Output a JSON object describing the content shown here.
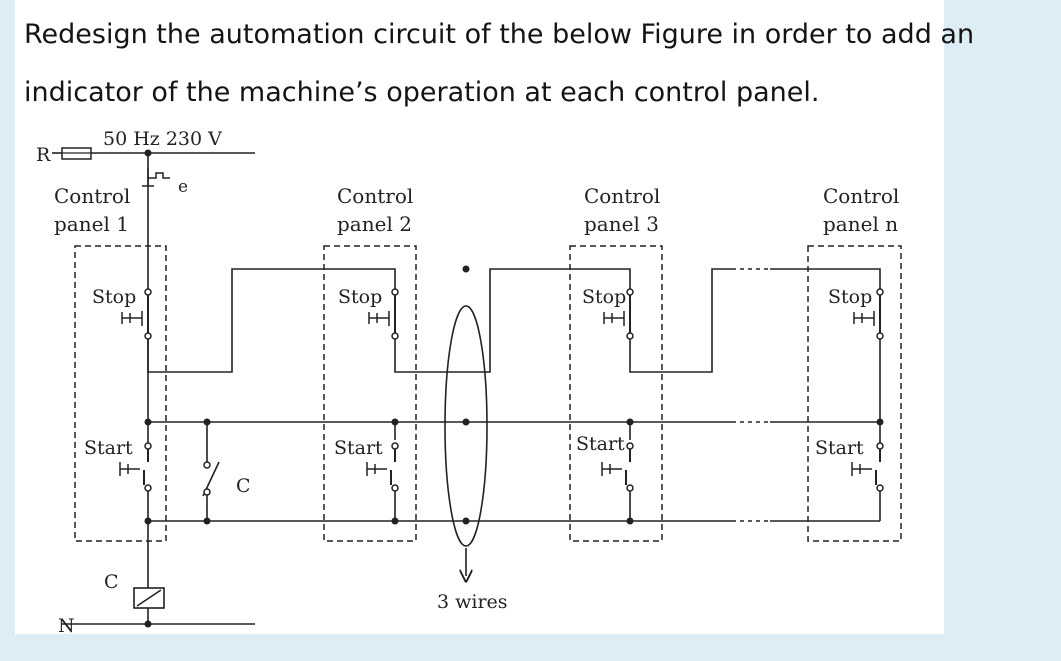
{
  "question": {
    "line1": "Redesign the automation circuit of the below Figure in order to add an",
    "line2": "indicator of the machine’s operation at each control panel."
  },
  "diagram": {
    "supply_label": "50 Hz 230 V",
    "phase_label": "R",
    "neutral_label": "N",
    "fuse_label": "e",
    "contactor_label": "C",
    "aux_contact_label": "C",
    "wires_label": "3 wires",
    "panels": [
      {
        "title": "Control",
        "subtitle": "panel 1",
        "stop_label": "Stop",
        "start_label": "Start"
      },
      {
        "title": "Control",
        "subtitle": "panel 2",
        "stop_label": "Stop",
        "start_label": "Start"
      },
      {
        "title": "Control",
        "subtitle": "panel 3",
        "stop_label": "Stop",
        "start_label": "Start"
      },
      {
        "title": "Control",
        "subtitle": "panel n",
        "stop_label": "Stop",
        "start_label": "Start"
      }
    ]
  },
  "colors": {
    "background": "#dcedf6",
    "card": "#ffffff",
    "ink": "#222222"
  }
}
